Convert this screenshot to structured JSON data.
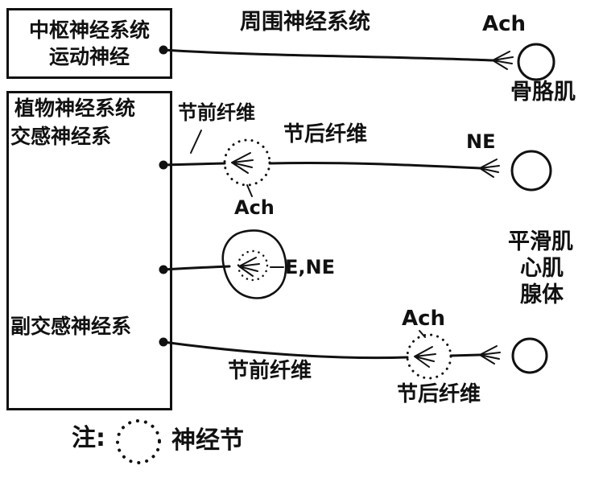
{
  "colors": {
    "ink": "#111111",
    "paper": "#ffffff"
  },
  "boxes": {
    "cns": {
      "line1": "中枢神经系统",
      "line2": "运动神经"
    },
    "ans": {
      "title": "植物神经系统",
      "sympathetic": "交感神经系",
      "parasympathetic": "副交感神经系"
    }
  },
  "labels": {
    "peripheral_system": "周围神经系统",
    "ach_motor": "Ach",
    "skeletal_muscle": "骨胳肌",
    "preganglionic_sympathetic": "节前纤维",
    "postganglionic_sympathetic": "节后纤维",
    "ne": "NE",
    "ach_sympathetic_ganglion": "Ach",
    "e_ne": "E,NE",
    "smooth_muscle": "平滑肌",
    "cardiac_muscle": "心肌",
    "gland": "腺体",
    "ach_parasympathetic": "Ach",
    "preganglionic_parasympathetic": "节前纤维",
    "postganglionic_parasympathetic": "节后纤维"
  },
  "legend": {
    "note": "注:",
    "ganglion_label": "神经节"
  }
}
